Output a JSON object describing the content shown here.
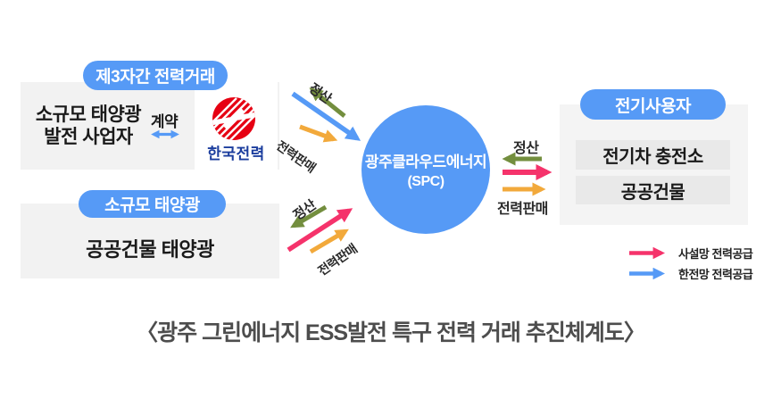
{
  "colors": {
    "primary_blue": "#569af6",
    "arrow_green": "#738e3e",
    "arrow_orange": "#f2a93b",
    "arrow_pink": "#f5336b",
    "kepco_red": "#e60012",
    "kepco_blue": "#1c3e9e",
    "box_gray": "#f2f2f2",
    "bar_gray": "#e9e9e9",
    "caption_gray": "#4d4d4d"
  },
  "third_party": {
    "header": "제3자간 전력거래",
    "producer_line1": "소규모 태양광",
    "producer_line2": "발전 사업자",
    "contract_label": "계약",
    "kepco_name": "한국전력"
  },
  "small_solar": {
    "header": "소규모 태양광",
    "body": "공공건물 태양광"
  },
  "spc": {
    "name": "광주클라우드에너지",
    "sub": "(SPC)"
  },
  "users": {
    "header": "전기사용자",
    "items": [
      "전기차 충전소",
      "공공건물"
    ]
  },
  "flows": {
    "settlement": "정산",
    "power_sale": "전력판매"
  },
  "legend": [
    {
      "label": "사설망 전력공급",
      "color": "#f5336b"
    },
    {
      "label": "한전망 전력공급",
      "color": "#569af6"
    }
  ],
  "caption": "〈광주 그린에너지 ESS발전 특구 전력 거래 추진체계도〉"
}
